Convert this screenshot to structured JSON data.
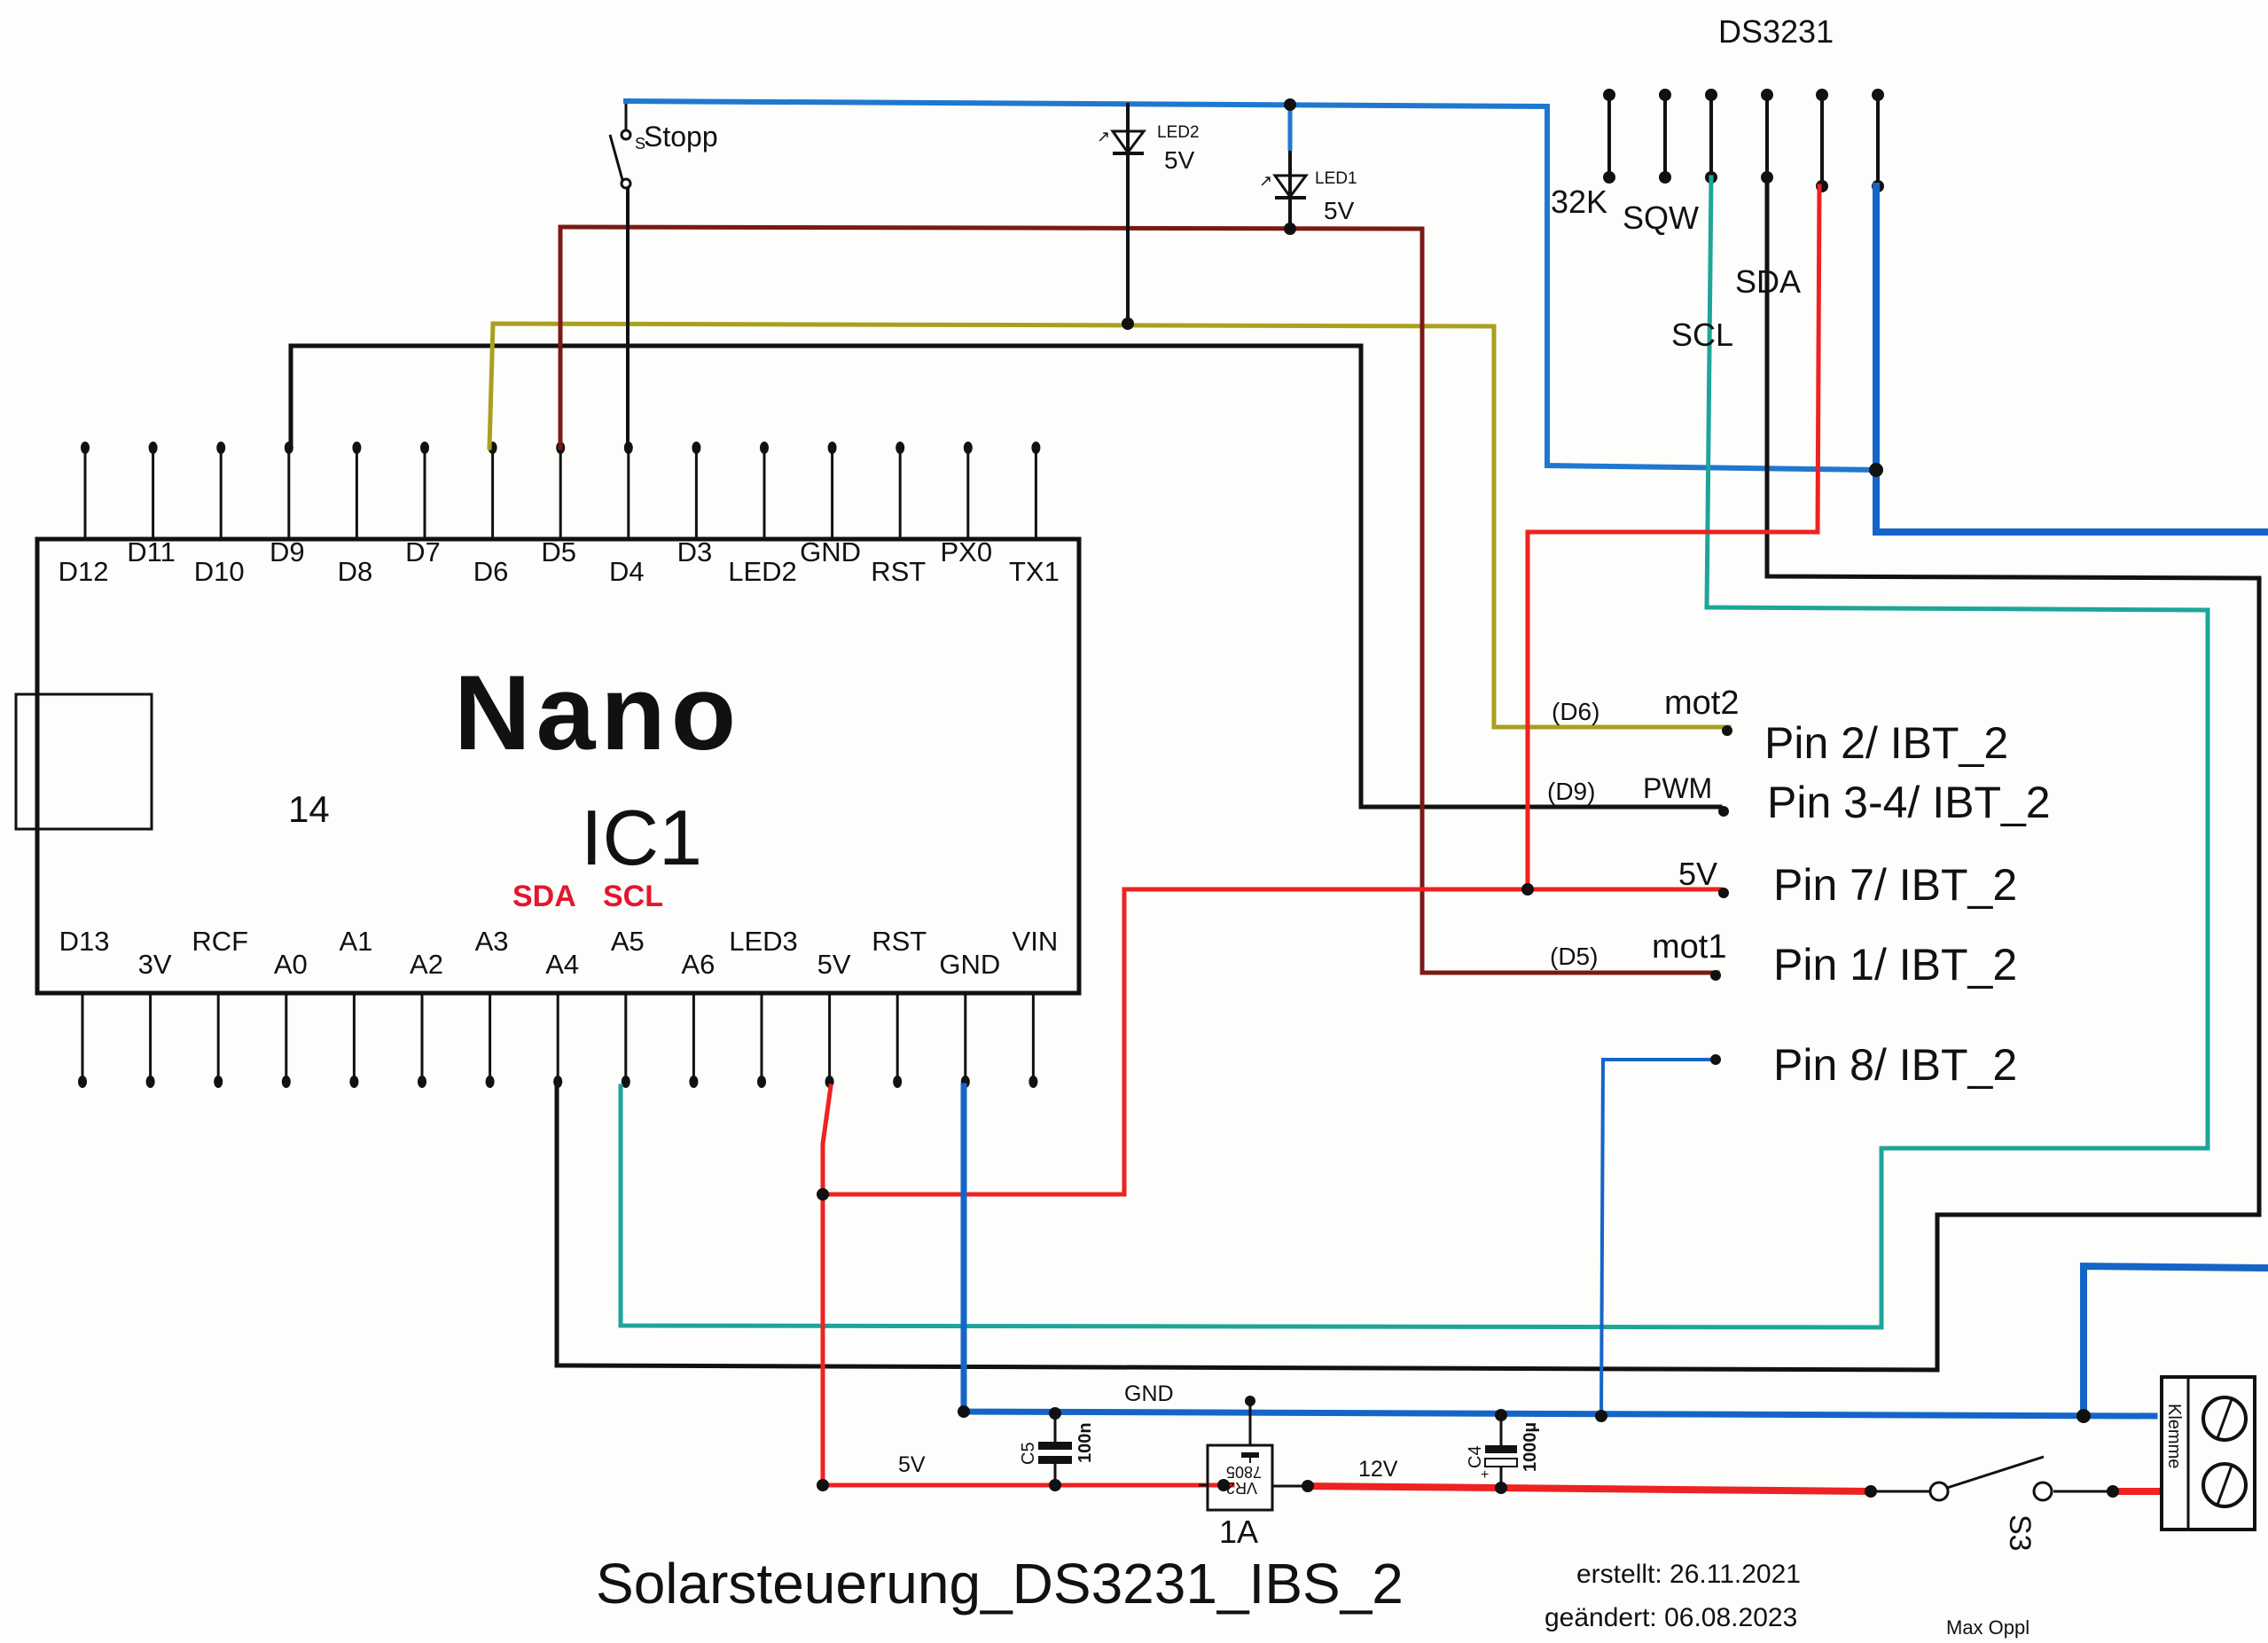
{
  "title": "Solarsteuerung_DS3231_IBS_2",
  "created": "erstellt: 26.11.2021",
  "modified": "geändert: 06.08.2023",
  "author": "Max Oppl",
  "colors": {
    "gnd_blue": "#1565c8",
    "power_red": "#ee2222",
    "mot1_brown": "#7a1a12",
    "mot2_olive": "#a8a020",
    "scl_teal": "#1ea59a",
    "signal_black": "#111111"
  },
  "nano": {
    "name": "Nano",
    "ref": "IC1",
    "pin_count_label": "14",
    "top_pins": [
      "D12",
      "D11",
      "D10",
      "D9",
      "D8",
      "D7",
      "D6",
      "D5",
      "D4",
      "D3",
      "LED2",
      "GND",
      "RST",
      "PX0",
      "TX1"
    ],
    "bottom_pins": [
      "D13",
      "3V",
      "RCF",
      "A0",
      "A1",
      "A2",
      "A3",
      "A4",
      "A5",
      "A6",
      "LED3",
      "5V",
      "RST",
      "GND",
      "VIN"
    ],
    "i2c_labels": {
      "sda": "SDA",
      "scl": "SCL"
    }
  },
  "ds3231": {
    "name": "DS3231",
    "pins": [
      "32K",
      "SQW",
      "SCL",
      "SDA"
    ]
  },
  "stop_switch": {
    "label": "Stopp",
    "sub": "S"
  },
  "leds": [
    {
      "name": "LED2",
      "voltage": "5V"
    },
    {
      "name": "LED1",
      "voltage": "5V"
    }
  ],
  "ibt2_connections": [
    {
      "signal": "(D6)",
      "net": "mot2",
      "pin": "Pin 2/ IBT_2"
    },
    {
      "signal": "(D9)",
      "net": "PWM",
      "pin": "Pin 3-4/ IBT_2"
    },
    {
      "signal": "",
      "net": "5V",
      "pin": "Pin 7/ IBT_2"
    },
    {
      "signal": "(D5)",
      "net": "mot1",
      "pin": "Pin 1/ IBT_2"
    },
    {
      "signal": "",
      "net": "",
      "pin": "Pin 8/ IBT_2"
    }
  ],
  "power": {
    "gnd_label": "GND",
    "v5_label": "5V",
    "v12_label": "12V",
    "regulator": {
      "ref": "VR2",
      "part": "7805",
      "current": "1A"
    },
    "c5": {
      "ref": "C5",
      "value": "100n"
    },
    "c4": {
      "ref": "C4",
      "value": "1000µ",
      "polarity": "+"
    },
    "switch": "S3",
    "terminal": "Klemme"
  }
}
